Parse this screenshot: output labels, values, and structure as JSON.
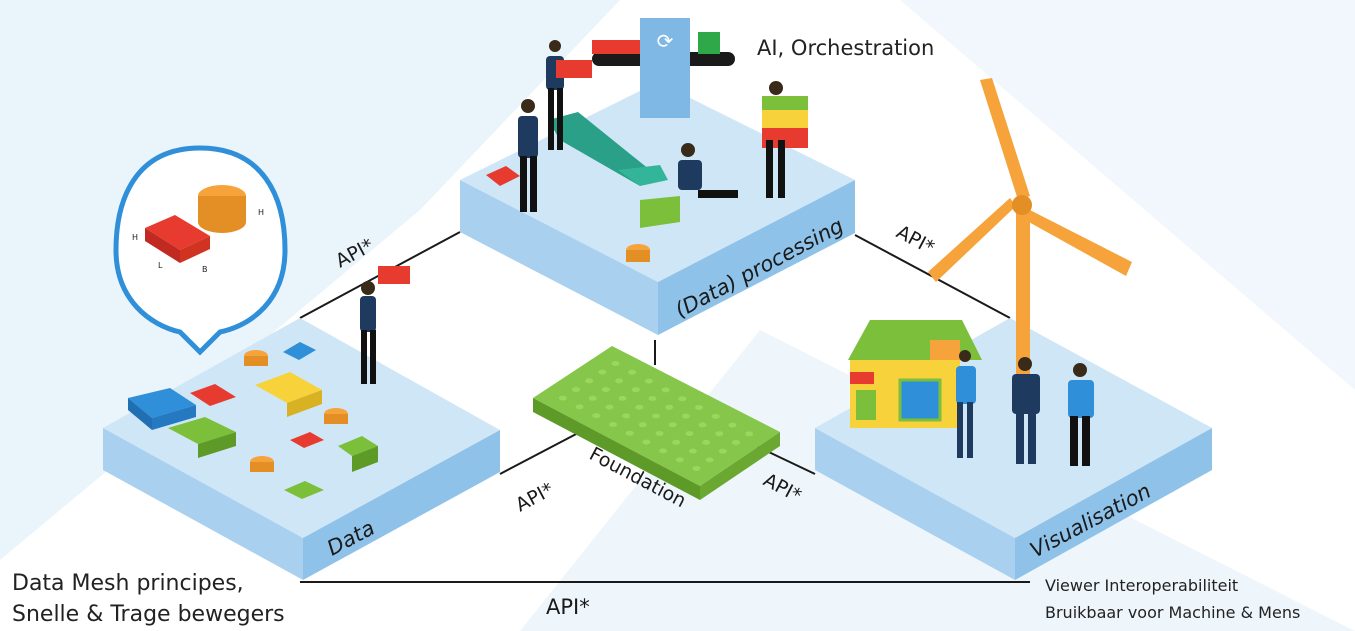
{
  "nodes": {
    "ai_label": "AI, Orchestration",
    "processing": "(Data) processing",
    "data": "Data",
    "foundation": "Foundation",
    "visualisation": "Visualisation"
  },
  "edges": {
    "api_data_processing": "API*",
    "api_processing_visualisation": "API*",
    "api_data_foundation": "API*",
    "api_foundation_visualisation": "API*",
    "api_bottom": "API*"
  },
  "captions": {
    "left_line1": "Data Mesh principes,",
    "left_line2": "Snelle & Trage bewegers",
    "right_line1": "Viewer Interoperabiliteit",
    "right_line2": "Bruikbaar voor Machine & Mens"
  },
  "bubble_dims": {
    "h1": "H",
    "h2": "H",
    "l": "L",
    "b": "B"
  },
  "colors": {
    "platform_top": "#cfe6f7",
    "platform_side": "#a9d1ef",
    "platform_front": "#8fc2e8",
    "brick_red": "#e63b2e",
    "brick_orange": "#f5a33a",
    "brick_green": "#7bbf3a",
    "brick_yellow": "#f7d23a",
    "brick_blue": "#2f8fd8",
    "person": "#1f3a5f",
    "teal": "#2aa089"
  }
}
